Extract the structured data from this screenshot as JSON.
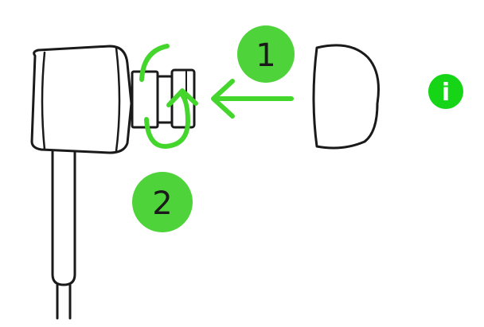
{
  "diagram": {
    "steps": [
      {
        "number": "1"
      },
      {
        "number": "2"
      }
    ],
    "info_badge": {
      "glyph": "i"
    },
    "colors": {
      "accent_green": "#44d62c",
      "badge_fill": "#4fd33a",
      "info_green": "#16d416",
      "outline": "#1a1a1a",
      "background": "#ffffff"
    }
  }
}
